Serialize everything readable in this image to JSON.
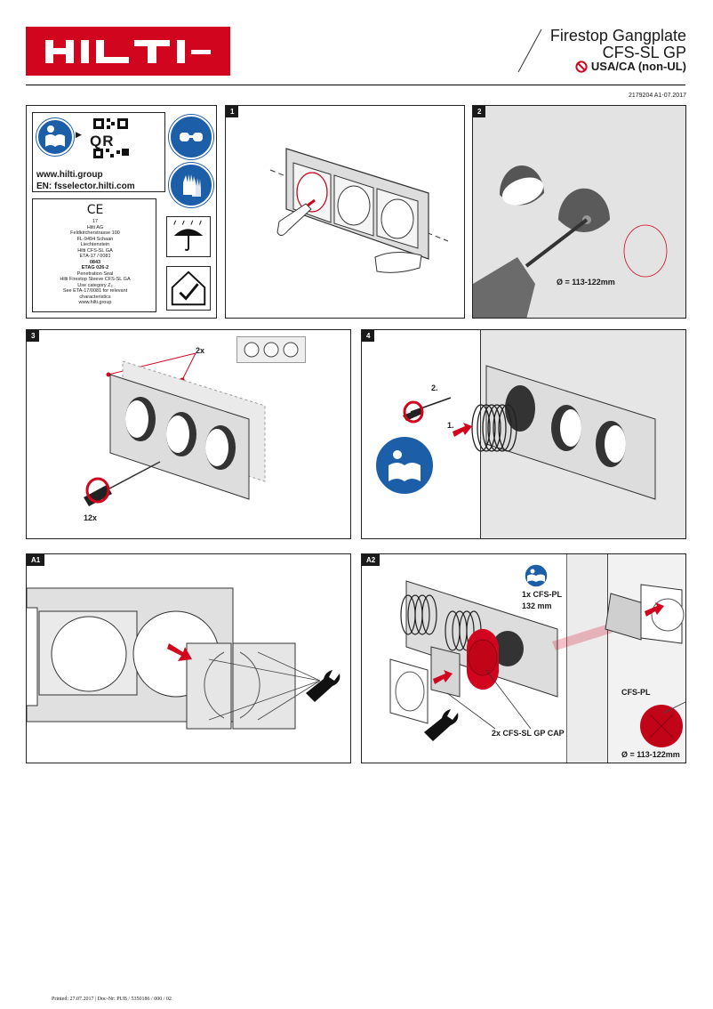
{
  "header": {
    "brand": "HILTI",
    "title_line1": "Firestop Gangplate",
    "title_line2": "CFS-SL GP",
    "region": "USA/CA (non-UL)",
    "doc_number": "2179204 A1-07.2017"
  },
  "info": {
    "qr_label": "QR",
    "website": "www.hilti.group",
    "selector": "EN: fsselector.hilti.com",
    "ce_mark": "CE",
    "ce_lines": [
      "17",
      "Hilti AG",
      "Feldkircherstrasse 100",
      "FL-9494 Schaan",
      "Liechtenstein",
      "Hilti CFS-SL GA",
      "ETA-17 / 0081",
      "0843",
      "ETAG 026-2",
      "Penetration Seal",
      "Hilti Firestop Sleeve CFS-SL GA",
      "Use category Z₂",
      "See ETA-17/0081 for relevant",
      "characteristics",
      "www.hilti.group"
    ]
  },
  "steps": {
    "s1": "1",
    "s2": "2",
    "s2_diameter": "Ø = 113-122mm",
    "s3": "3",
    "s3_count": "2x",
    "s3_screws": "12x",
    "s4": "4",
    "s4_a": "2.",
    "s4_b": "1."
  },
  "alt": {
    "a1": "A1",
    "a2": "A2",
    "plug_count": "1x CFS-PL",
    "plug_size": "132 mm",
    "caps": "2x CFS-SL GP CAP",
    "plug_name": "CFS-PL",
    "plug_diameter": "Ø = 113-122mm"
  },
  "footer": {
    "printed": "Printed: 27.07.2017 | Doc-Nr: PUB / 5350186 / 000 / 02"
  },
  "colors": {
    "brand_red": "#d2051e",
    "safety_blue": "#1d5ea8",
    "panel_grey": "#e3e3e3"
  }
}
